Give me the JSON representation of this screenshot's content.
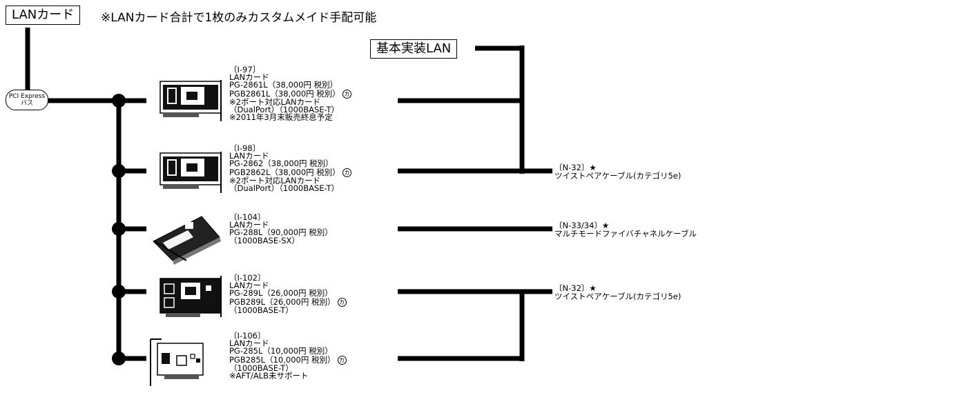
{
  "header": {
    "title": "LANカード",
    "note": "※LANカード合計で1枚のみカスタムメイド手配可能"
  },
  "builtin_lan": "基本実装LAN",
  "bus": {
    "line1": "PCI Express",
    "line2": "バス"
  },
  "mark_glyph": "カ",
  "cards": [
    {
      "code": "〔I-97〕",
      "type": "LANカード",
      "lines": [
        "PG-2861L（38,000円  税別）",
        "PGB2861L（38,000円  税別）"
      ],
      "notes": [
        "※2ポート対応LANカード",
        "（DualPort）（1000BASE-T）",
        "※2011年3月末販売終息予定"
      ]
    },
    {
      "code": "〔I-98〕",
      "type": "LANカード",
      "lines": [
        "PG-2862（38,000円  税別）",
        "PGB2862L（38,000円  税別）"
      ],
      "notes": [
        "※2ポート対応LANカード",
        "（DualPort）（1000BASE-T）"
      ]
    },
    {
      "code": "〔I-104〕",
      "type": "LANカード",
      "lines": [
        "PG-288L（90,000円  税別）"
      ],
      "notes": [
        "（1000BASE-SX）"
      ]
    },
    {
      "code": "〔I-102〕",
      "type": "LANカード",
      "lines": [
        "PG-289L（26,000円  税別）",
        "PGB289L（26,000円  税別）"
      ],
      "notes": [
        "（1000BASE-T）"
      ]
    },
    {
      "code": "〔I-106〕",
      "type": "LANカード",
      "lines": [
        "PG-285L（10,000円  税別）",
        "PGB285L（10,000円  税別）"
      ],
      "notes": [
        "（1000BASE-T）",
        "※AFT/ALB未サポート"
      ]
    }
  ],
  "cables": [
    {
      "code": "〔N-32〕★",
      "name": "ツイストペアケーブル(カテゴリ5e)"
    },
    {
      "code": "〔N-33/34〕★",
      "name": "マルチモードファイバチャネルケーブル"
    },
    {
      "code": "〔N-32〕★",
      "name": "ツイストペアケーブル(カテゴリ5e)"
    }
  ]
}
